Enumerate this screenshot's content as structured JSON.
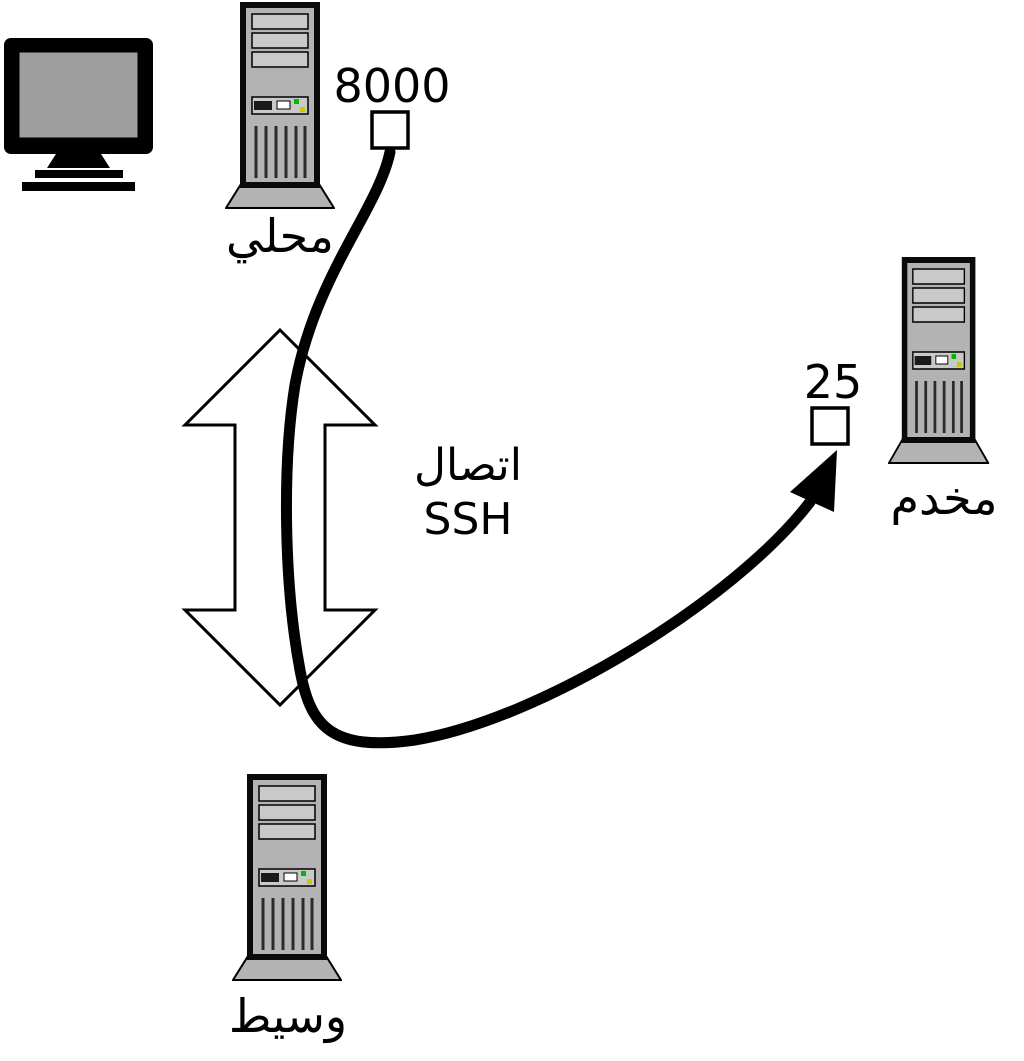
{
  "nodes": {
    "local": {
      "label": "محلي",
      "port": "8000"
    },
    "server": {
      "label": "مخدم",
      "port": "25"
    },
    "proxy": {
      "label": "وسيط"
    }
  },
  "connection": {
    "line1": "اتصال",
    "line2": "SSH"
  },
  "colors": {
    "background": "#ffffff",
    "outline": "#000000",
    "tower_body": "#b3b3b3",
    "tower_slat": "#c9c9c9",
    "tower_base": "#b3b3b3",
    "tower_vent": "#2b2b2b",
    "screen": "#9e9e9e",
    "drive_slot": "#ffffff",
    "led_green": "#00bb00",
    "led_yellow": "#c9c900",
    "cable": "#000000",
    "arrow_fill": "#ffffff"
  }
}
